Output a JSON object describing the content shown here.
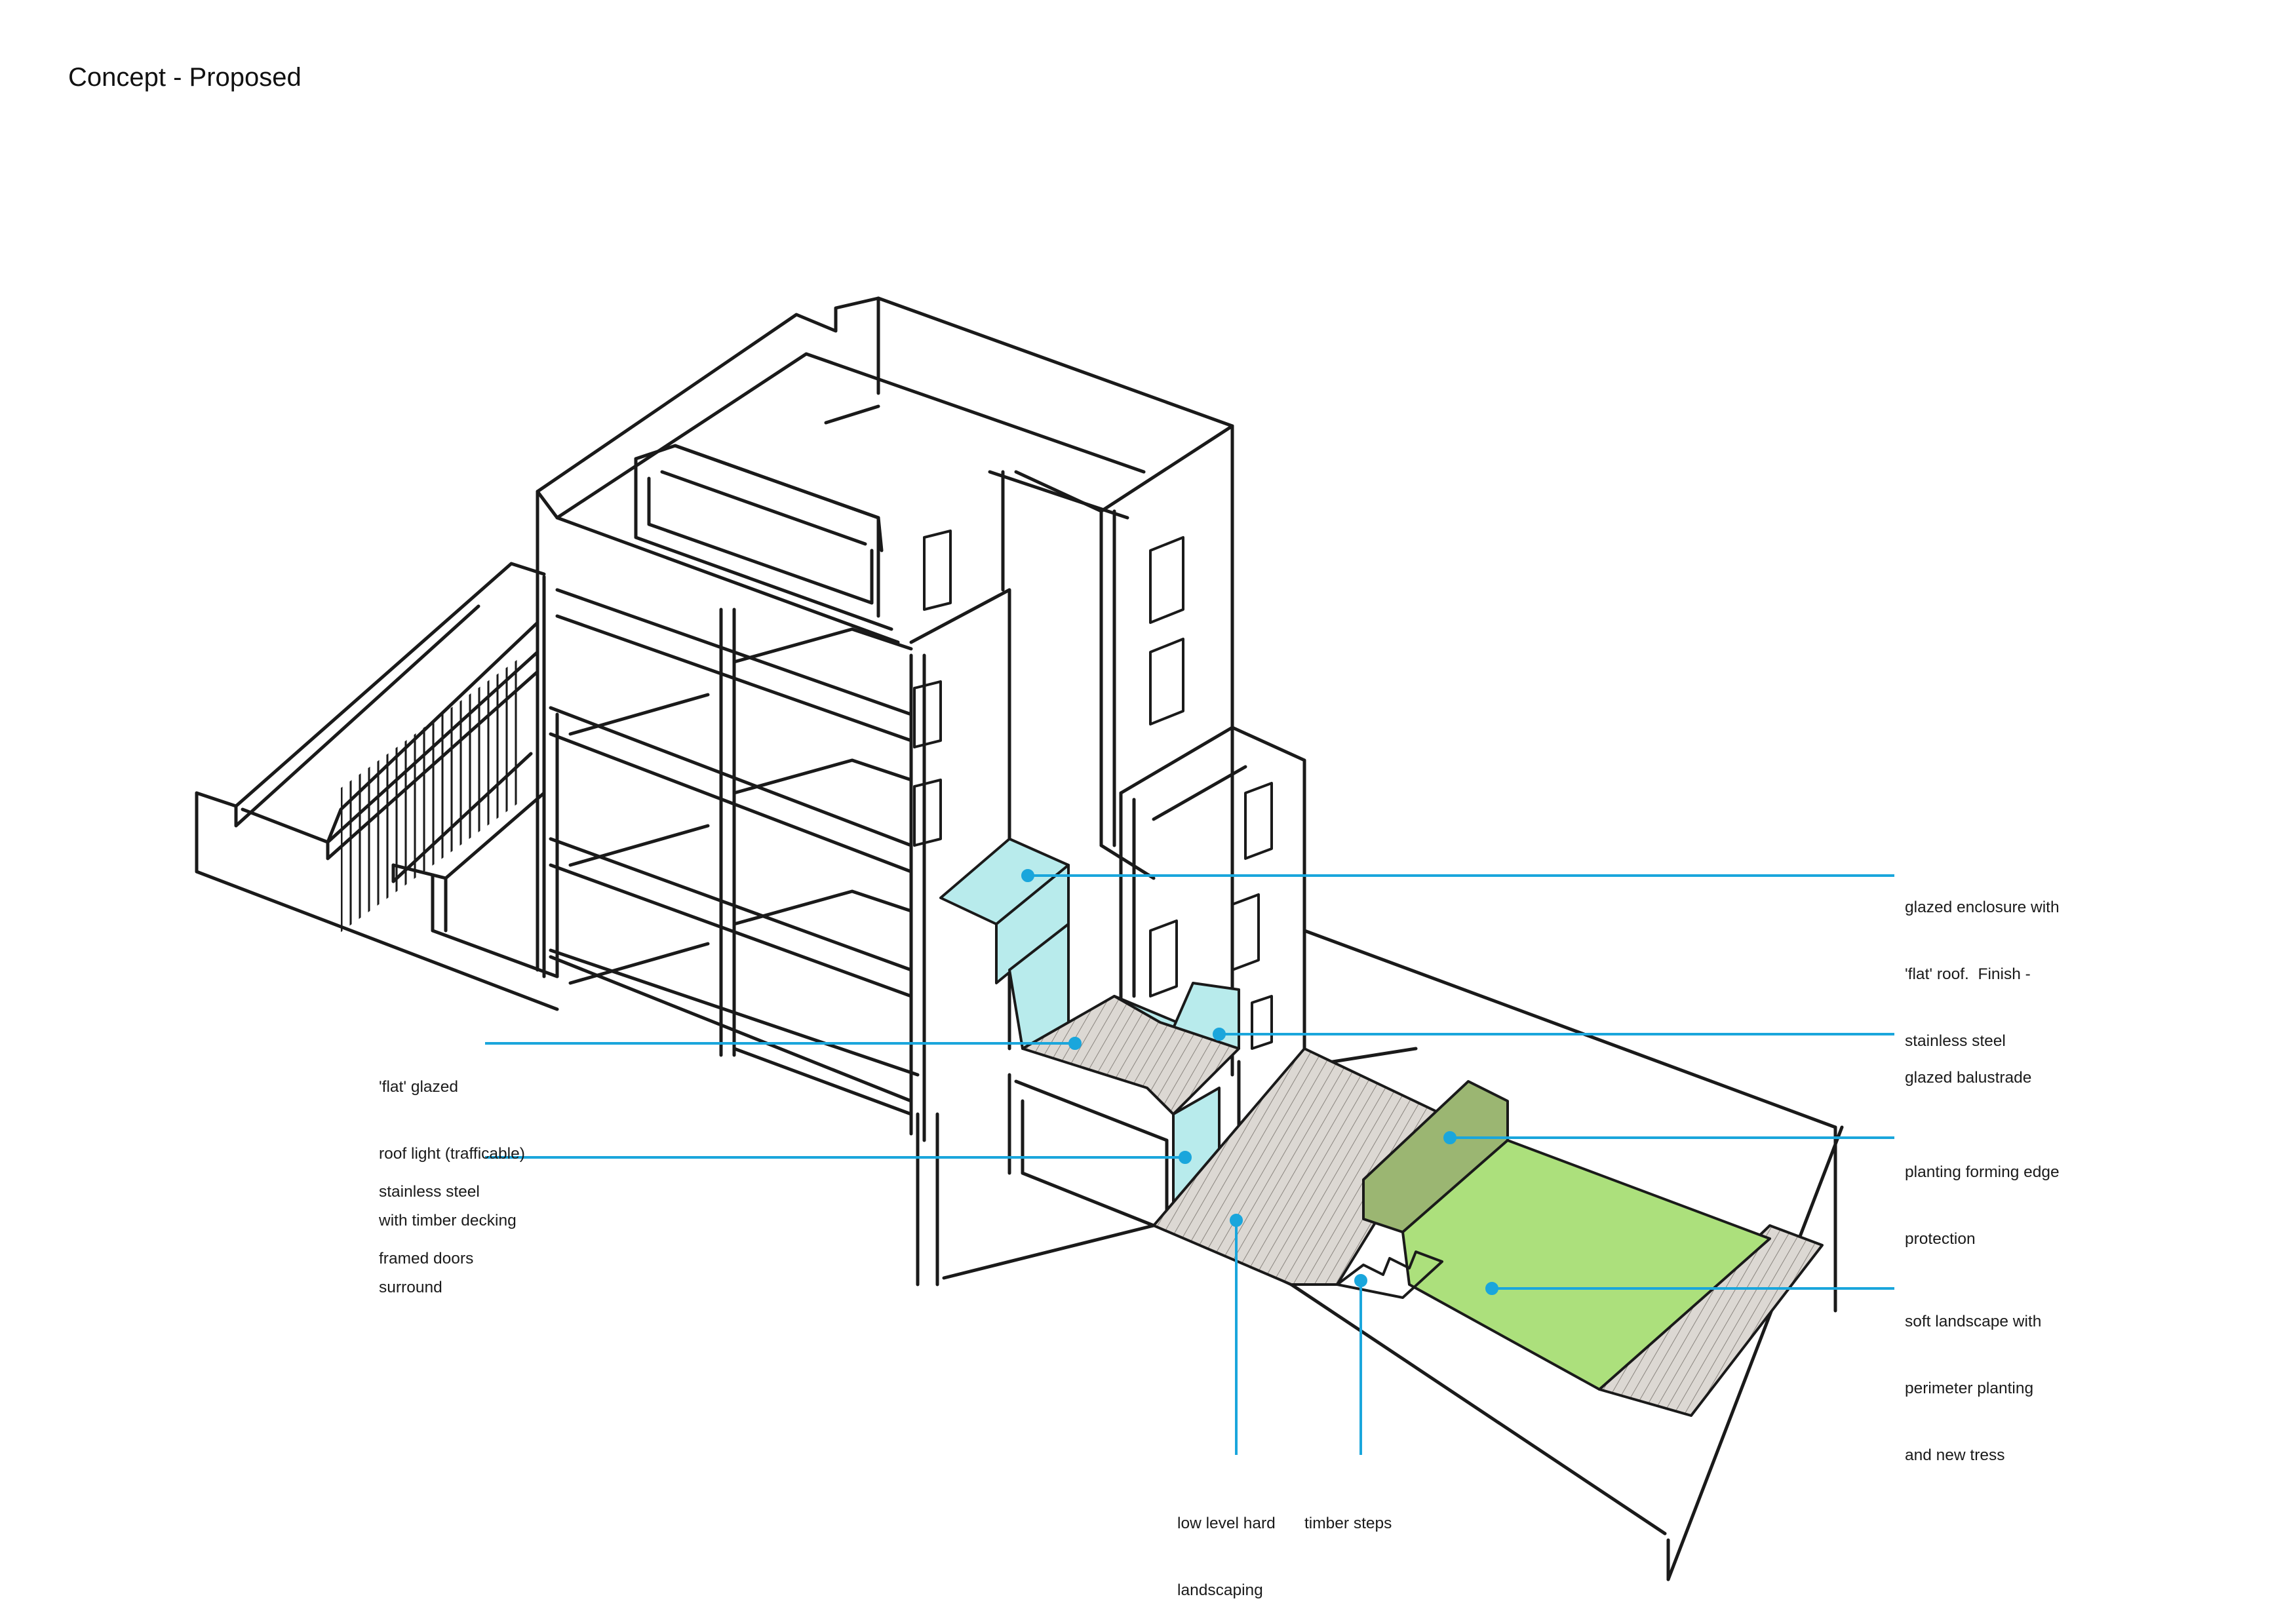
{
  "title": "Concept - Proposed",
  "colors": {
    "ink": "#1a1a1a",
    "leader": "#1aa6dc",
    "glazing": "#b8ebec",
    "lawn": "#ace07c",
    "hedge": "#9bb672",
    "timber": "#dcd8d3"
  },
  "annotations": {
    "glazed_enclosure": [
      "glazed enclosure with",
      "'flat' roof.  Finish -",
      "stainless steel"
    ],
    "glazed_balustrade": [
      "glazed balustrade"
    ],
    "planting_edge": [
      "planting forming edge",
      "protection"
    ],
    "soft_landscape": [
      "soft landscape with",
      "perimeter planting",
      "and new tress"
    ],
    "roof_light": [
      "'flat' glazed",
      "roof light (trafficable)",
      "with timber decking",
      "surround"
    ],
    "framed_doors": [
      "stainless steel",
      "framed doors"
    ],
    "hard_landscaping": [
      "low level hard",
      "landscaping"
    ],
    "timber_steps": [
      "timber steps"
    ]
  }
}
